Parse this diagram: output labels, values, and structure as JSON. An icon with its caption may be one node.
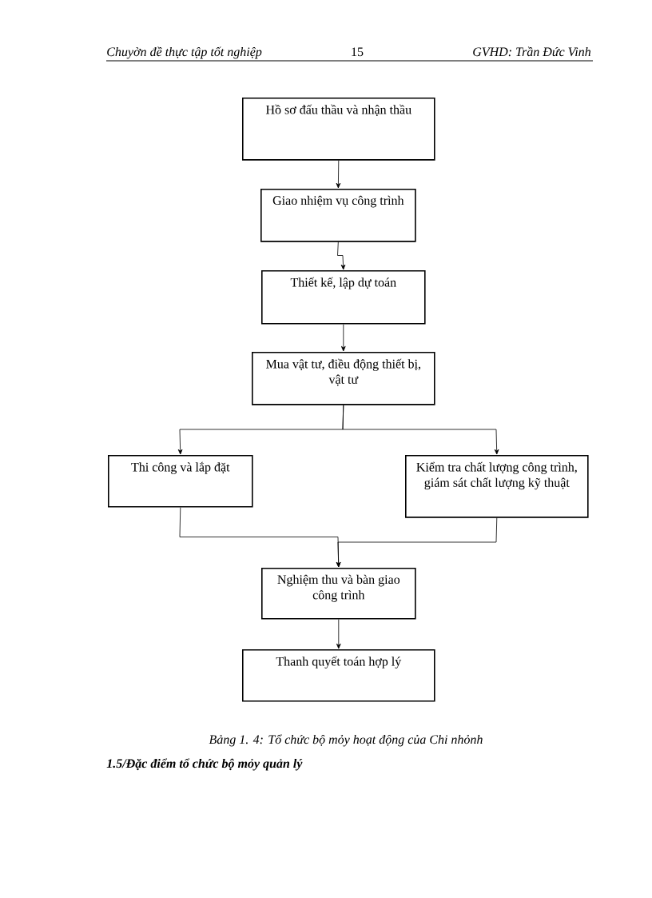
{
  "diagram": {
    "caption": "Bảng 1. 4: Tổ chức bộ mỏy hoạt động của Chi nhỏnh",
    "nodes": [
      {
        "text": [
          "Hồ sơ đấu thầu và nhận thầu"
        ]
      },
      {
        "text": [
          "Giao nhiệm vụ công trình"
        ]
      },
      {
        "text": [
          "Thiết kế, lập dự toán"
        ]
      },
      {
        "text": [
          "Mua vật tư, điều động thiết bị, vật tư"
        ]
      },
      {
        "text": [
          "Thi công và lắp đặt"
        ]
      },
      {
        "text": [
          "Kiểm tra chất lượng công trình, giám sát chất lượng kỹ thuật"
        ]
      },
      {
        "text": [
          "Nghiệm thu và bàn giao công trình"
        ]
      },
      {
        "text": [
          "Thanh quyết toán hợp lý"
        ]
      }
    ],
    "edges": [
      {
        "from": 0,
        "to": 1,
        "arrow": "to"
      },
      {
        "from": 1,
        "to": 2,
        "arrow": "to"
      },
      {
        "from": 2,
        "to": 3,
        "arrow": "to"
      },
      {
        "from": 3,
        "to": 4,
        "arrow": "to"
      },
      {
        "from": 3,
        "to": 5,
        "arrow": "to"
      },
      {
        "from": 4,
        "to": 6,
        "arrow": "to"
      },
      {
        "from": 5,
        "to": 6,
        "arrow": "to"
      },
      {
        "from": 6,
        "to": 7,
        "arrow": "to"
      }
    ],
    "labels": [
      "Chuyờn đề thực tập tốt nghiệp",
      "15",
      "GVHD: Trần Đức Vinh",
      "1.5/Đặc điểm tổ chức bộ mỏy quản lý"
    ]
  }
}
